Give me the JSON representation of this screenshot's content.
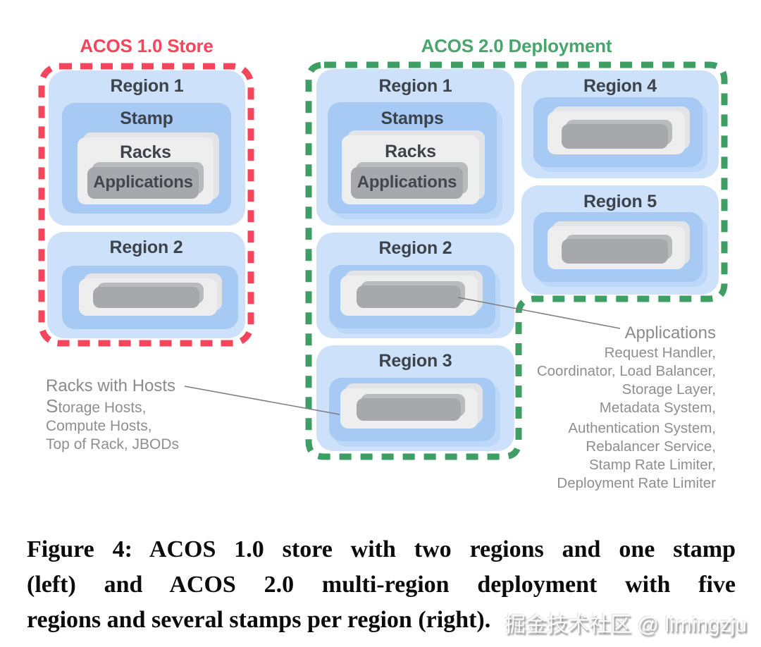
{
  "titles": {
    "left": "ACOS 1.0 Store",
    "right": "ACOS 2.0 Deployment"
  },
  "acos1": {
    "regions": [
      {
        "label": "Region 1",
        "stamp_label": "Stamp",
        "racks_label": "Racks",
        "apps_label": "Applications"
      },
      {
        "label": "Region 2"
      }
    ]
  },
  "acos2": {
    "regions": [
      {
        "label": "Region 1",
        "stamp_label": "Stamps",
        "racks_label": "Racks",
        "apps_label": "Applications"
      },
      {
        "label": "Region 2"
      },
      {
        "label": "Region 3"
      },
      {
        "label": "Region 4"
      },
      {
        "label": "Region 5"
      }
    ]
  },
  "notes": {
    "racks": {
      "heading": "Racks with Hosts",
      "lines": [
        "Storage Hosts,",
        "Compute Hosts,",
        "Top of Rack, JBODs"
      ]
    },
    "applications": {
      "heading": "Applications",
      "lines": [
        "Request Handler,",
        "Coordinator, Load Balancer,",
        "Storage Layer,",
        "Metadata System,",
        "Authentication System,",
        "Rebalancer Service,",
        "Stamp Rate Limiter,",
        "Deployment Rate Limiter"
      ]
    }
  },
  "caption": {
    "lines": [
      "Figure 4: ACOS 1.0 store with two regions and one stamp",
      "(left) and ACOS 2.0 multi-region deployment with five",
      "regions and several stamps per region (right)."
    ]
  },
  "watermark": {
    "text": "掘金技术社区 @ limingzju"
  },
  "colors": {
    "acos1_accent": "#F5455C",
    "acos2_accent": "#3E9E63",
    "region_fill": "#CEE1FA",
    "stamp_fill": "#A6CAF3",
    "racks_fill": "#EEEEEF",
    "apps_fill": "#A7A8AB",
    "label_text": "#3D434B",
    "note_text": "#8E8E93",
    "annotation_line": "#7D7D7D"
  }
}
